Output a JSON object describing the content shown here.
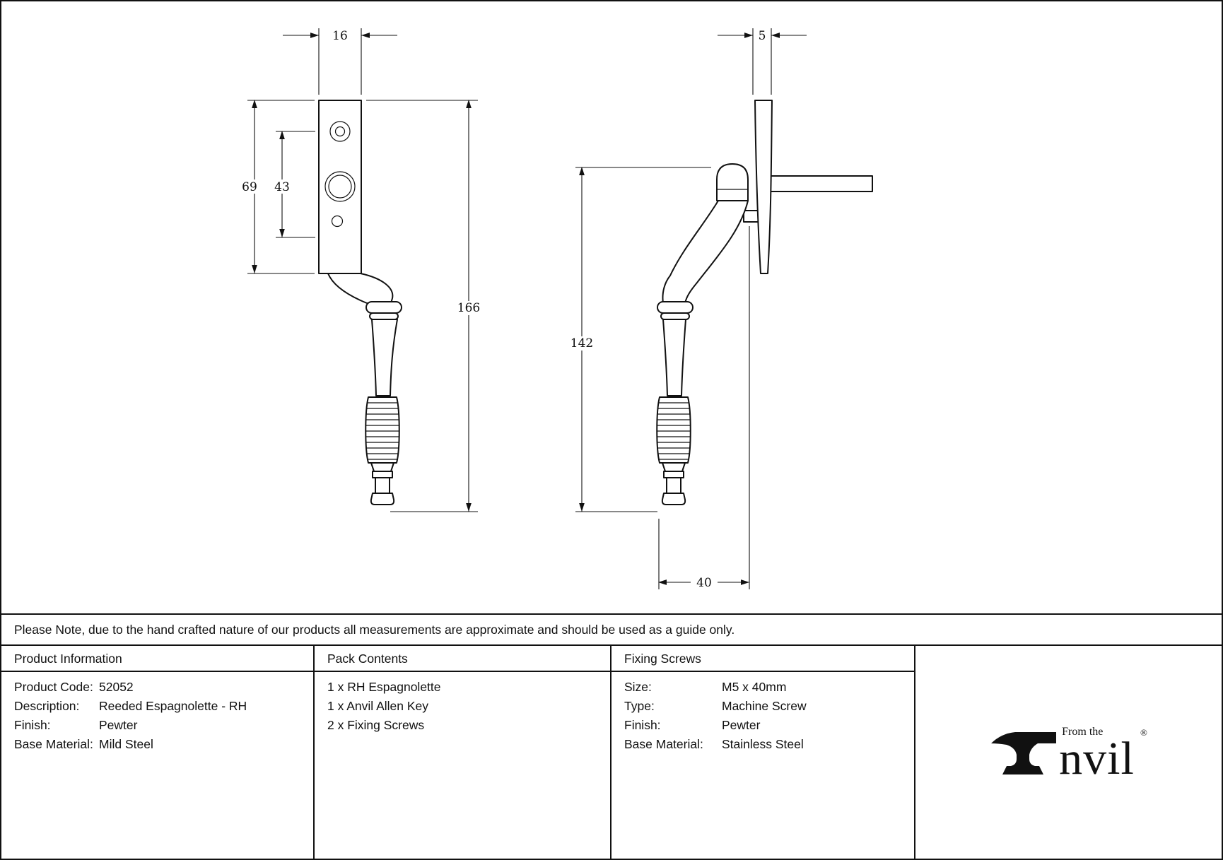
{
  "note": "Please Note, due to the hand crafted nature of our products all measurements are approximate and should be used as a guide only.",
  "drawing": {
    "front": {
      "plate_width": "16",
      "plate_height": "69",
      "hole_spacing": "43",
      "overall_length": "166"
    },
    "side": {
      "plate_thickness": "5",
      "handle_length": "142",
      "handle_depth": "40"
    }
  },
  "table": {
    "product_info": {
      "header": "Product Information",
      "rows": [
        {
          "label": "Product Code:",
          "value": "52052"
        },
        {
          "label": "Description:",
          "value": "Reeded Espagnolette - RH"
        },
        {
          "label": "Finish:",
          "value": "Pewter"
        },
        {
          "label": "Base Material:",
          "value": "Mild Steel"
        }
      ]
    },
    "pack_contents": {
      "header": "Pack Contents",
      "items": [
        "1 x RH Espagnolette",
        "1 x Anvil Allen Key",
        "2 x Fixing Screws"
      ]
    },
    "fixing_screws": {
      "header": "Fixing Screws",
      "rows": [
        {
          "label": "Size:",
          "value": "M5 x 40mm"
        },
        {
          "label": "Type:",
          "value": "Machine Screw"
        },
        {
          "label": "Finish:",
          "value": "Pewter"
        },
        {
          "label": "Base Material:",
          "value": "Stainless Steel"
        }
      ]
    }
  },
  "logo": {
    "prefix": "From the",
    "brand": "Anvil",
    "brand_tail": "nvil",
    "registered": "®"
  }
}
